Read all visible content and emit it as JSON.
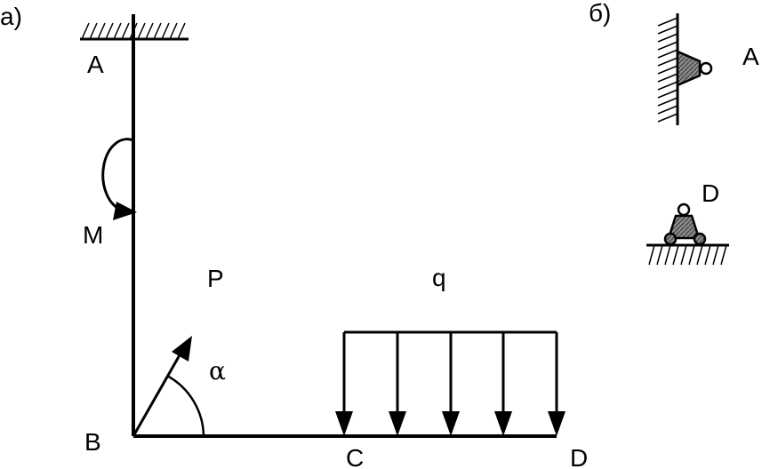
{
  "panels": {
    "a": "а)",
    "b": "б)"
  },
  "points": {
    "A": "A",
    "B": "B",
    "C": "C",
    "D": "D"
  },
  "loads": {
    "moment": "M",
    "force": "P",
    "distributed": "q",
    "angle": "α"
  },
  "support_labels": {
    "a": "A",
    "d": "D"
  },
  "colors": {
    "line": "#000000",
    "support_fill": "#888888"
  }
}
